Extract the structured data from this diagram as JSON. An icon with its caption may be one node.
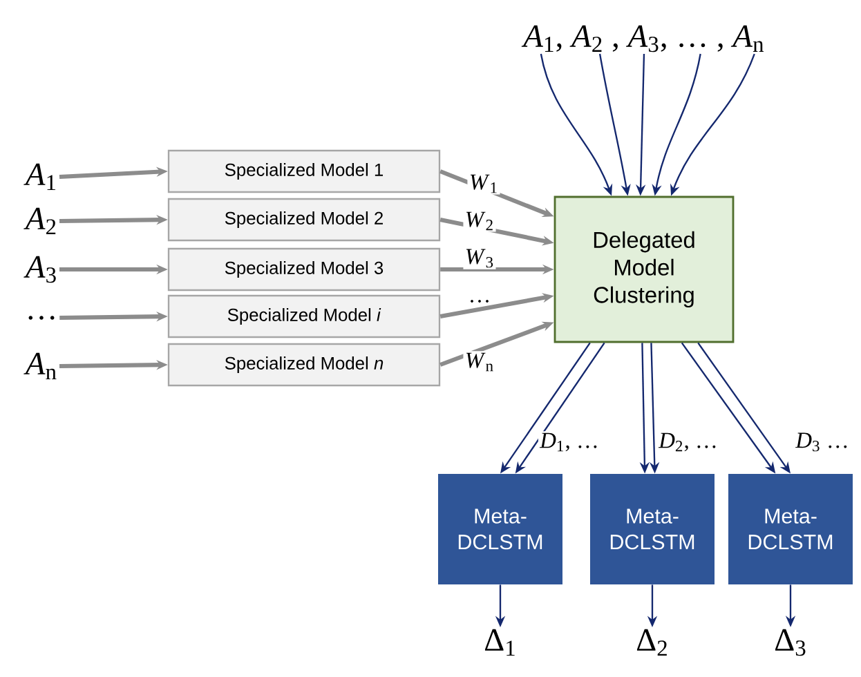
{
  "diagram": {
    "nodes": [
      {
        "text": [
          "*A*$_{1}$"
        ]
      },
      {
        "text": [
          "*A*$_{2}$"
        ]
      },
      {
        "text": [
          "*A*$_{3}$"
        ]
      },
      {
        "text": [
          "…"
        ]
      },
      {
        "text": [
          "*A*$_{n}$"
        ]
      },
      {
        "text": [
          "Specialized Model 1"
        ]
      },
      {
        "text": [
          "Specialized Model 2"
        ]
      },
      {
        "text": [
          "Specialized Model 3"
        ]
      },
      {
        "text": [
          "Specialized Model *i*"
        ]
      },
      {
        "text": [
          "Specialized Model *n*"
        ]
      },
      {
        "text": [
          "Delegated Model Clustering"
        ]
      },
      {
        "text": [
          "*A*$_{1}$, *A*$_{2}$ , *A*$_{3}$, … , *A*$_{n}$"
        ]
      },
      {
        "text": [
          "Meta- DCLSTM"
        ]
      },
      {
        "text": [
          "Meta- DCLSTM"
        ]
      },
      {
        "text": [
          "Meta- DCLSTM"
        ]
      },
      {
        "text": [
          "Δ$_{1}$"
        ]
      },
      {
        "text": [
          "Δ$_{2}$"
        ]
      },
      {
        "text": [
          "Δ$_{3}$"
        ]
      }
    ],
    "edges": [
      {
        "from": 0,
        "to": 5,
        "arrow": "to",
        "style": "thick",
        "color": "#8c8c8c"
      },
      {
        "from": 1,
        "to": 6,
        "arrow": "to",
        "style": "thick",
        "color": "#8c8c8c"
      },
      {
        "from": 2,
        "to": 7,
        "arrow": "to",
        "style": "thick",
        "color": "#8c8c8c"
      },
      {
        "from": 3,
        "to": 8,
        "arrow": "to",
        "style": "thick",
        "color": "#8c8c8c"
      },
      {
        "from": 4,
        "to": 9,
        "arrow": "to",
        "style": "thick",
        "color": "#8c8c8c"
      },
      {
        "from": 5,
        "to": 10,
        "arrow": "to",
        "label": "*W*$_{1}$",
        "style": "thick",
        "color": "#8c8c8c"
      },
      {
        "from": 6,
        "to": 10,
        "arrow": "to",
        "label": "*W*$_{2}$",
        "style": "thick",
        "color": "#8c8c8c"
      },
      {
        "from": 7,
        "to": 10,
        "arrow": "to",
        "label": "*W*$_{3}$",
        "style": "thick",
        "color": "#8c8c8c"
      },
      {
        "from": 8,
        "to": 10,
        "arrow": "to",
        "label": "…",
        "style": "thick",
        "color": "#8c8c8c"
      },
      {
        "from": 9,
        "to": 10,
        "arrow": "to",
        "label": "*W*$_{n}$",
        "style": "thick",
        "color": "#8c8c8c"
      },
      {
        "from": 11,
        "to": 10,
        "arrow": "to"
      },
      {
        "from": 11,
        "to": 10,
        "arrow": "to"
      },
      {
        "from": 11,
        "to": 10,
        "arrow": "to"
      },
      {
        "from": 11,
        "to": 10,
        "arrow": "to"
      },
      {
        "from": 11,
        "to": 10,
        "arrow": "to"
      },
      {
        "from": 10,
        "to": 12,
        "arrow": "to"
      },
      {
        "from": 10,
        "to": 12,
        "arrow": "to",
        "label": "*D*$_{1}$, …"
      },
      {
        "from": 10,
        "to": 13,
        "arrow": "to"
      },
      {
        "from": 10,
        "to": 13,
        "arrow": "to",
        "label": "*D*$_{2}$, …"
      },
      {
        "from": 10,
        "to": 14,
        "arrow": "to"
      },
      {
        "from": 10,
        "to": 14,
        "arrow": "to",
        "label": "*D*$_{3}$ …"
      },
      {
        "from": 12,
        "to": 15,
        "arrow": "to"
      },
      {
        "from": 13,
        "to": 16,
        "arrow": "to"
      },
      {
        "from": 14,
        "to": 17,
        "arrow": "to"
      }
    ]
  }
}
